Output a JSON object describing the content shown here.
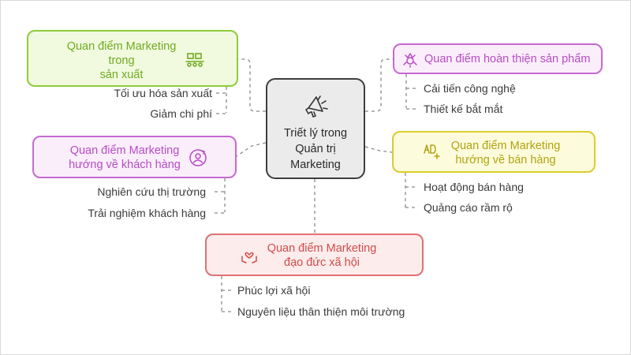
{
  "center": {
    "title": "Triết lý trong\nQuản trị\nMarketing",
    "icon": "megaphone-icon"
  },
  "nodes": {
    "production": {
      "title": "Quan điểm Marketing\ntrong\nsản xuất",
      "icon": "conveyor-icon",
      "color": "#8dcc3a",
      "items": [
        "Tối ưu hóa sản xuất",
        "Giảm chi phí"
      ]
    },
    "product": {
      "title": "Quan điểm hoàn thiện sản phẩm",
      "icon": "sparkle-crown-icon",
      "color": "#c56ad0",
      "items": [
        "Cải tiến công nghệ",
        "Thiết kế bắt mắt"
      ]
    },
    "customer": {
      "title": "Quan điểm Marketing\nhướng về khách hàng",
      "icon": "user-cycle-icon",
      "color": "#c56ad0",
      "items": [
        "Nghiên cứu thị trường",
        "Trải nghiệm khách hàng"
      ]
    },
    "sales": {
      "title": "Quan điểm Marketing\nhướng về bán hàng",
      "icon": "ad-sparkle-icon",
      "color": "#d9cd2c",
      "items": [
        "Hoạt động bán hàng",
        "Quảng cáo rầm rộ"
      ]
    },
    "ethics": {
      "title": "Quan điểm Marketing\nđạo đức xã hội",
      "icon": "heart-hands-icon",
      "color": "#e07070",
      "items": [
        "Phúc lợi xã hội",
        "Nguyên liệu thân thiện môi trường"
      ]
    }
  }
}
